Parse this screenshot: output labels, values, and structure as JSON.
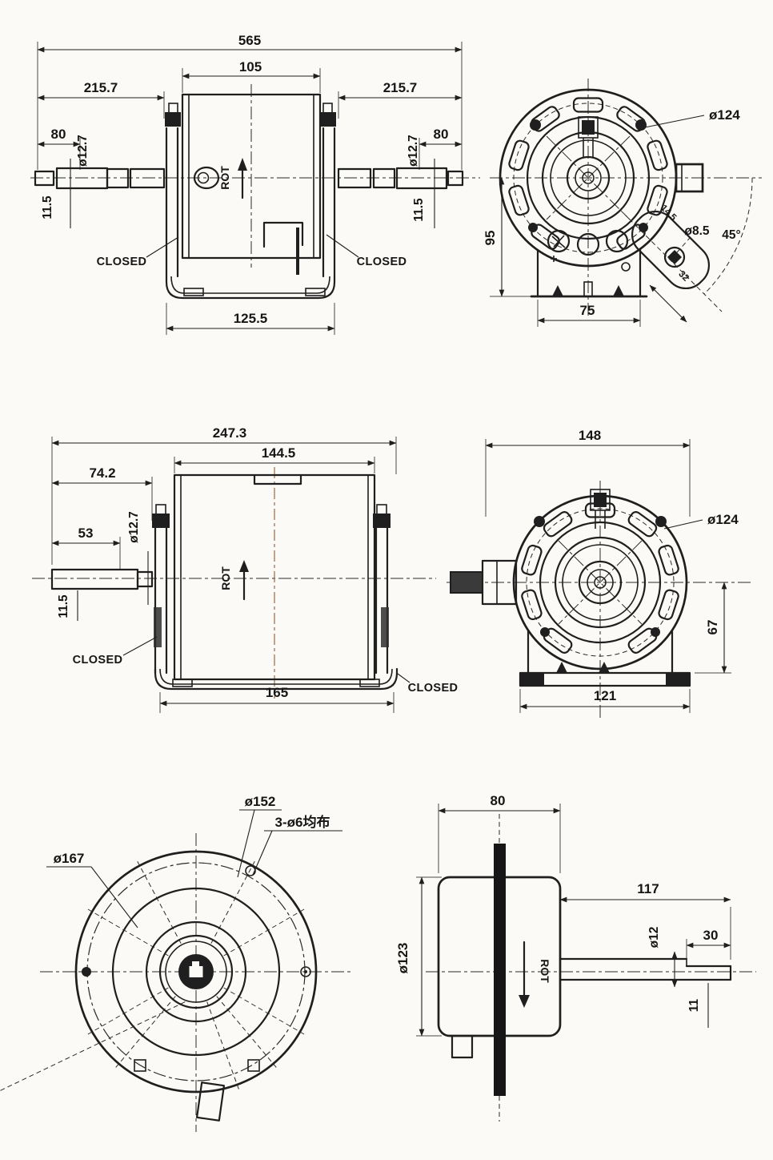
{
  "sheet": {
    "background": "#fbfaf6",
    "ink": "#1f1f1f",
    "centerline_accent": "#9a6a42"
  },
  "views": {
    "top_side": {
      "overall": "565",
      "body_width": "105",
      "shaft_left": "215.7",
      "shaft_right": "215.7",
      "seg_left": "80",
      "seg_right": "80",
      "dia_left": "ø12.7",
      "dia_right": "ø12.7",
      "flat_left": "11.5",
      "flat_right": "11.5",
      "closed_left": "CLOSED",
      "closed_right": "CLOSED",
      "strap_width": "125.5",
      "rot": "ROT"
    },
    "top_front": {
      "bolt_circle": "ø124",
      "center_height": "95",
      "base_width": "75",
      "hole_dia": "ø8.5",
      "angle": "45°",
      "tab_note": "14.5",
      "tab_width": "32"
    },
    "mid_side": {
      "overall": "247.3",
      "body_width": "144.5",
      "shaft_len": "74.2",
      "seg": "53",
      "dia": "ø12.7",
      "flat": "11.5",
      "closed_left": "CLOSED",
      "closed_right": "CLOSED",
      "strap_width": "165",
      "rot": "ROT"
    },
    "mid_front": {
      "width": "148",
      "bolt_circle": "ø124",
      "center_height": "67",
      "base_width": "121"
    },
    "flange_front": {
      "outer_dia": "ø167",
      "bolt_circle": "ø152",
      "holes_note": "3-ø6均布"
    },
    "flange_side": {
      "body_width": "80",
      "flange_dia": "ø123",
      "shaft_len": "117",
      "shaft_dia": "ø12",
      "tip_len": "30",
      "flat_len": "11",
      "rot": "ROT"
    }
  }
}
